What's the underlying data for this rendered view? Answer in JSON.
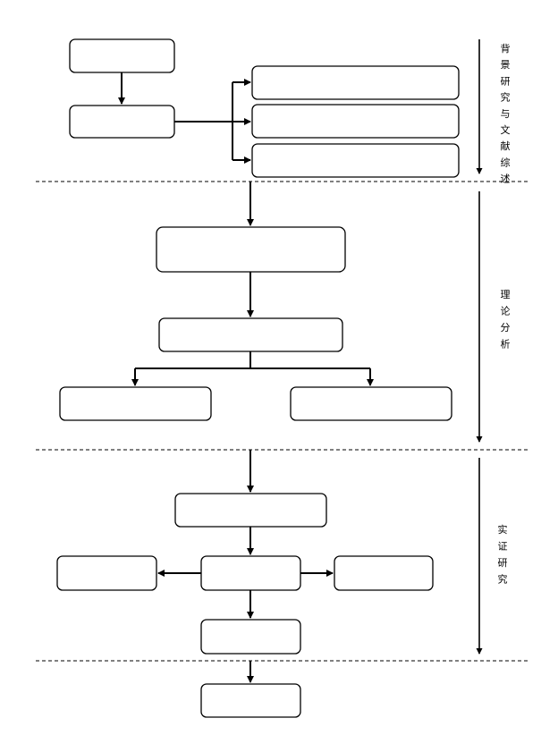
{
  "stages": [
    {
      "id": "background",
      "label": "背景研究与文献综述"
    },
    {
      "id": "theory",
      "label": "理论分析"
    },
    {
      "id": "empirical",
      "label": "实证研究"
    }
  ],
  "boxes": {
    "bg_top": "",
    "bg_mid": "",
    "bg_right_1": "",
    "bg_right_2": "",
    "bg_right_3": "",
    "th_main": "",
    "th_mid": "",
    "th_left": "",
    "th_right": "",
    "em_top": "",
    "em_center": "",
    "em_left": "",
    "em_right": "",
    "em_bottom": "",
    "final": ""
  }
}
